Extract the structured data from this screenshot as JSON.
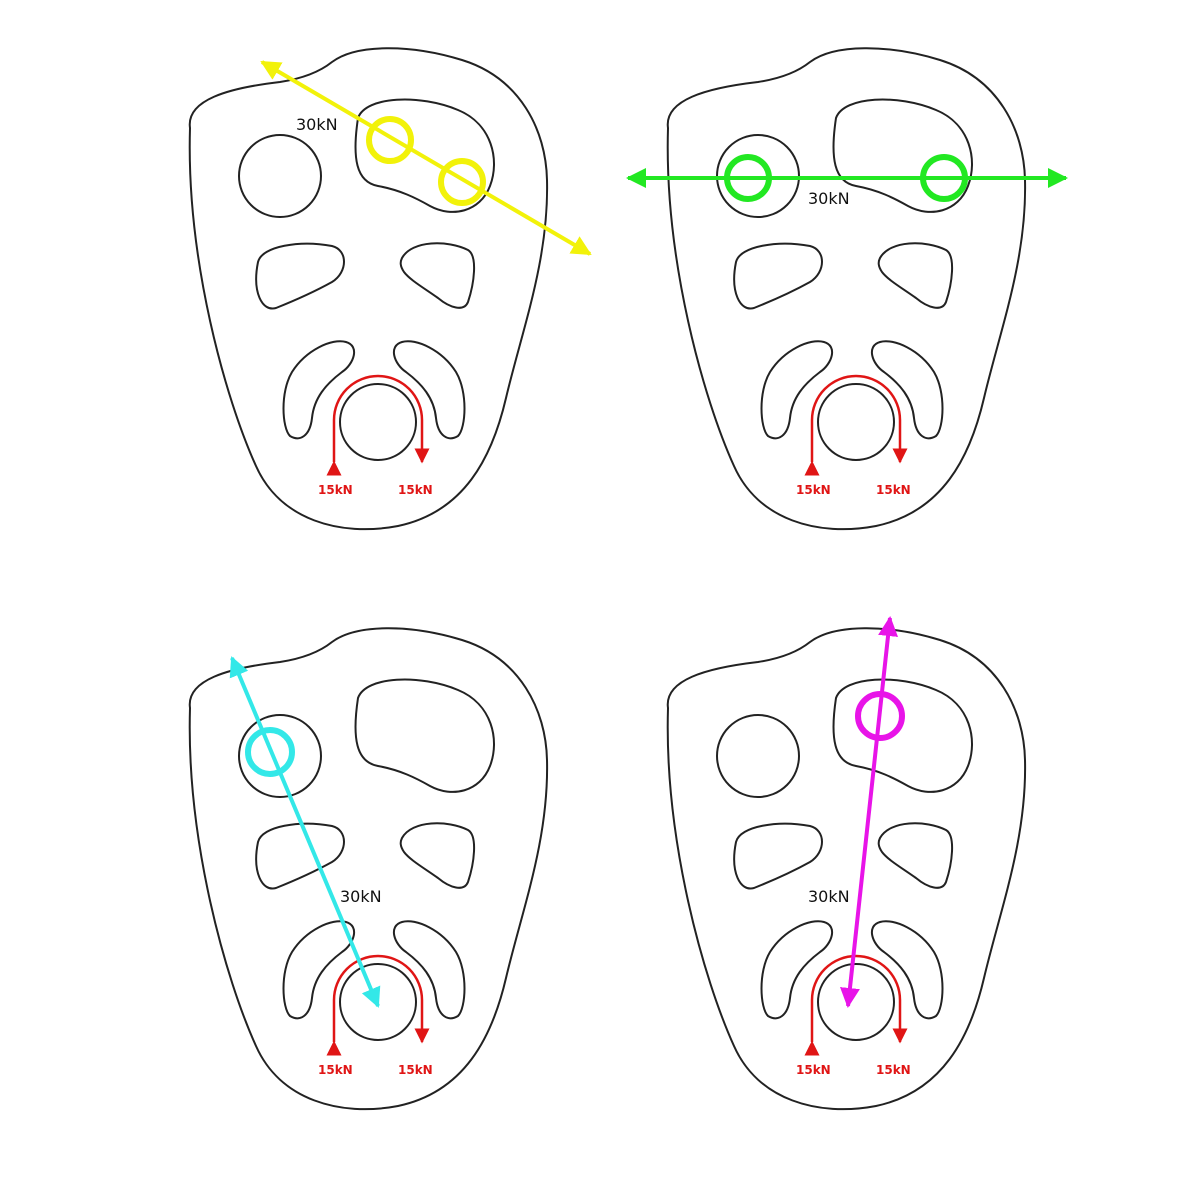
{
  "colors": {
    "outline": "#222222",
    "force_red": "#e01515",
    "yellow": "#f2f20a",
    "green": "#22e822",
    "cyan": "#33e8e8",
    "magenta": "#e814e8"
  },
  "diagrams": [
    {
      "id": "top-left",
      "color_key": "yellow",
      "load_label": "30kN",
      "left_force": "15kN",
      "right_force": "15kN"
    },
    {
      "id": "top-right",
      "color_key": "green",
      "load_label": "30kN",
      "left_force": "15kN",
      "right_force": "15kN"
    },
    {
      "id": "bottom-left",
      "color_key": "cyan",
      "load_label": "30kN",
      "left_force": "15kN",
      "right_force": "15kN"
    },
    {
      "id": "bottom-right",
      "color_key": "magenta",
      "load_label": "30kN",
      "left_force": "15kN",
      "right_force": "15kN"
    }
  ]
}
